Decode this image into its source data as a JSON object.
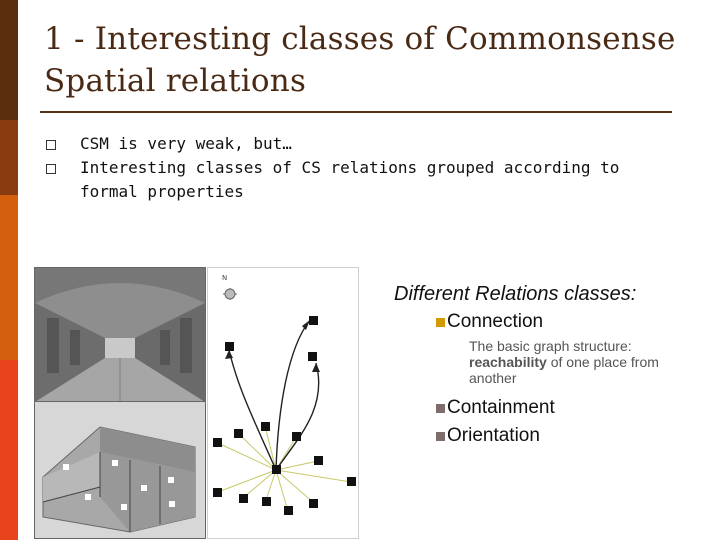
{
  "slide": {
    "title": "1 - Interesting classes of Commonsense Spatial relations",
    "bullets": [
      "CSM is very weak, but…",
      "Interesting classes of CS relations grouped according to formal properties"
    ],
    "right_panel": {
      "heading": "Different Relations classes:",
      "classes": [
        "Connection",
        "Containment",
        "Orientation"
      ],
      "note": {
        "prefix": "The basic graph structure: ",
        "bold": "reachability",
        "suffix": " of one place from another"
      }
    },
    "figure": {
      "compass_label": "N"
    }
  }
}
